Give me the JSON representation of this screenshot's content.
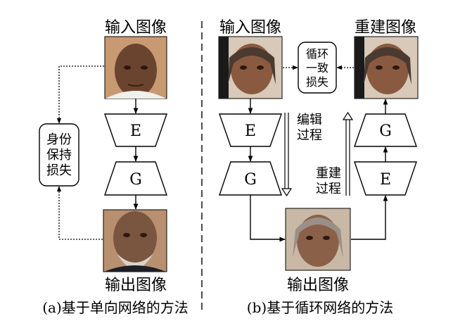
{
  "panel_a": {
    "input_label": "输入图像",
    "output_label": "输出图像",
    "encoder_label": "E",
    "generator_label": "G",
    "loss_lines": [
      "身份",
      "保持",
      "损失"
    ],
    "caption": "(a)基于单向网络的方法"
  },
  "panel_b": {
    "input_label": "输入图像",
    "recon_label": "重建图像",
    "output_label": "输出图像",
    "encoder_label": "E",
    "generator_label": "G",
    "loss_lines": [
      "循环",
      "一致",
      "损失"
    ],
    "edit_lines": [
      "编辑",
      "过程"
    ],
    "rebuild_lines": [
      "重建",
      "过程"
    ],
    "caption": "(b)基于循环网络的方法"
  },
  "colors": {
    "line": "#000000",
    "face_young_male": "#6b4430",
    "face_old_male": "#7a5540",
    "face_female": "#8a5a40",
    "face_old_female": "#8b6048",
    "photo_bg_a": "#c89a72",
    "photo_bg_b": "#d8c9b8"
  }
}
